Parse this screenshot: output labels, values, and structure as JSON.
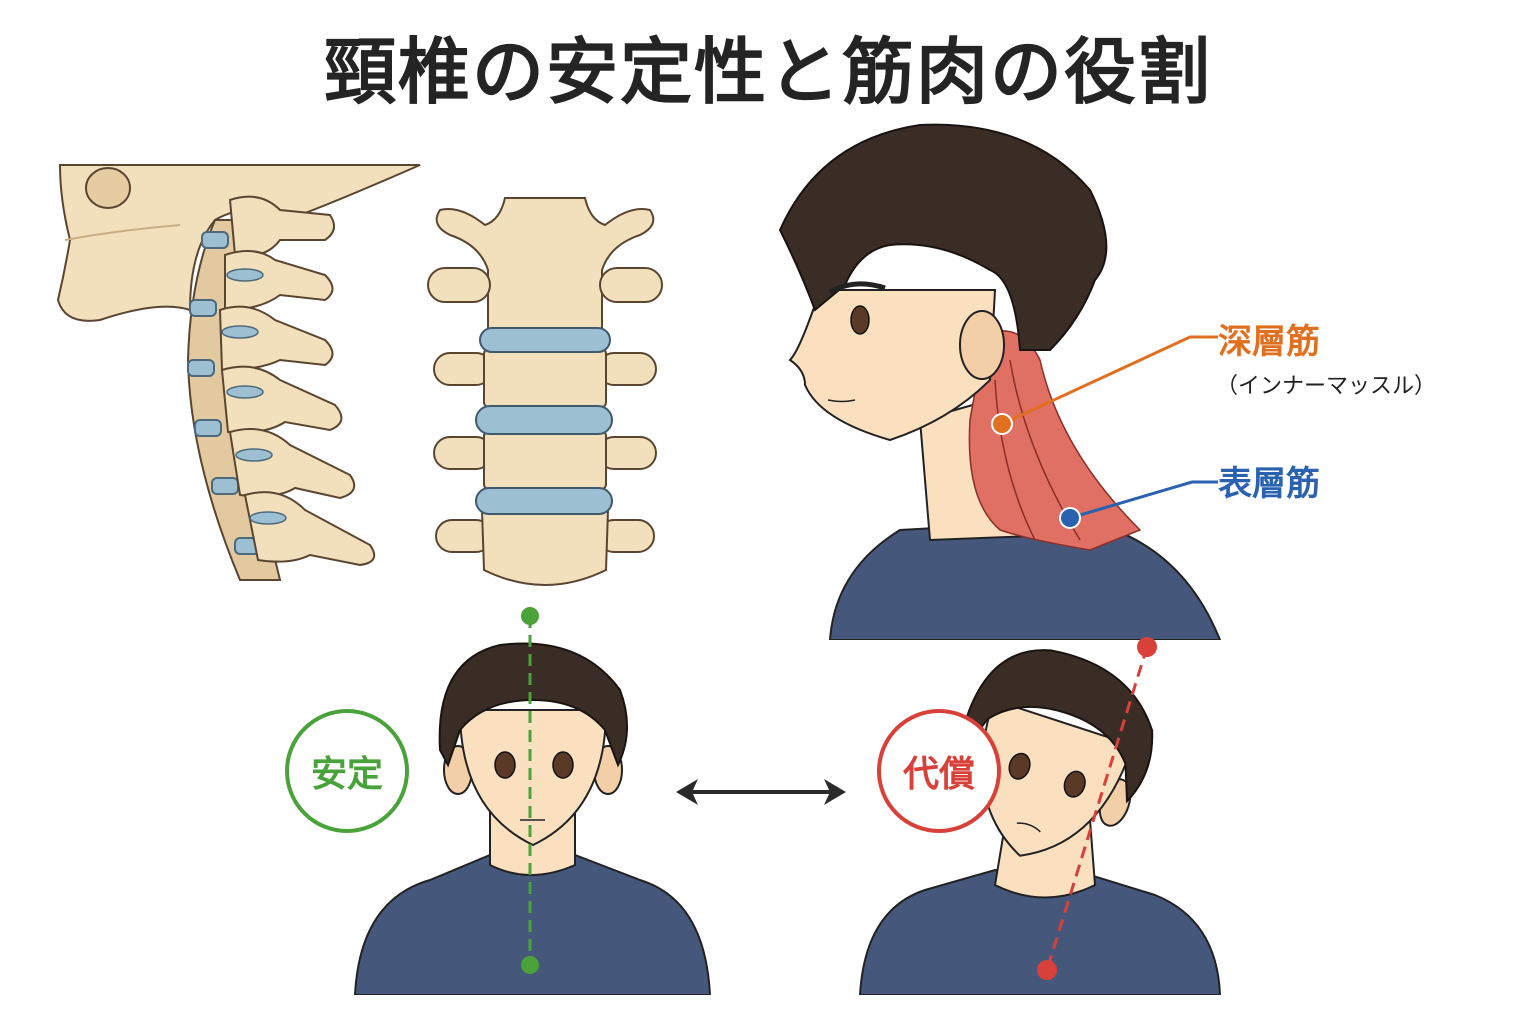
{
  "title": "頸椎の安定性と筋肉の役割",
  "panels": {
    "cervical_side_view": {
      "description": "頸椎側面図（頭蓋骨と椎間板）"
    },
    "vertebra_front_view": {
      "description": "椎骨正面図（椎間板3枚）"
    },
    "neck_muscle_profile": {
      "labels": {
        "deep": "深層筋",
        "deep_sub": "（インナーマッスル）",
        "surface": "表層筋"
      }
    },
    "posture_stable": {
      "badge": "安定"
    },
    "posture_compensated": {
      "badge": "代償"
    }
  },
  "colors": {
    "bone": "#f2dfbc",
    "bone_outline": "#5a4630",
    "disc": "#9dbfd2",
    "muscle": "#e06f64",
    "deep_label": "#e07020",
    "surface_label": "#2a62b0",
    "stable": "#4aa23a",
    "compensated": "#d8403a",
    "shirt": "#45587c",
    "hair": "#3a2d26",
    "skin": "#fbe0c0",
    "arrow": "#2a2a2a"
  }
}
